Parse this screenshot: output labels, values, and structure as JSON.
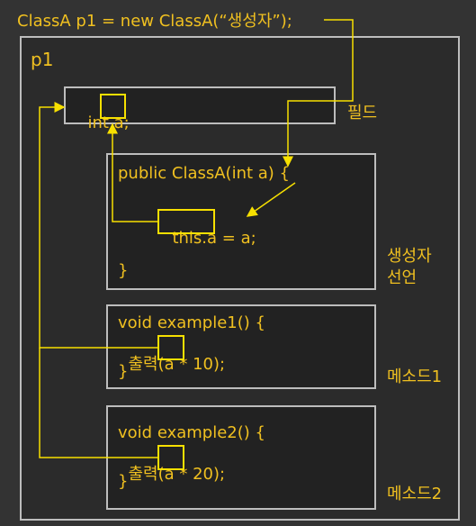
{
  "header": {
    "code": "ClassA p1 = new ClassA(“생성자”);"
  },
  "object": {
    "label": "p1"
  },
  "field": {
    "code_prefix": "int ",
    "code_var": "a;",
    "caption": "필드"
  },
  "constructor": {
    "line1": "public ClassA(int a) {",
    "this_a": "this.a",
    "assign_rest": " = a;",
    "close": "}",
    "caption_line1": "생성자",
    "caption_line2": "선언"
  },
  "method1": {
    "line1": "void example1() {",
    "line2_prefix": "출력",
    "line2_var": "(a",
    "line2_suffix": " * 10);",
    "close": "}",
    "caption": "메소드1"
  },
  "method2": {
    "line1": "void example2() {",
    "line2_prefix": "출력",
    "line2_var": "(a",
    "line2_suffix": " * 20);",
    "close": "}",
    "caption": "메소드2"
  },
  "colors": {
    "background": "#333333",
    "panel": "#222222",
    "border": "#bdbdbd",
    "text": "#f0c020",
    "highlight": "#f7e000"
  }
}
